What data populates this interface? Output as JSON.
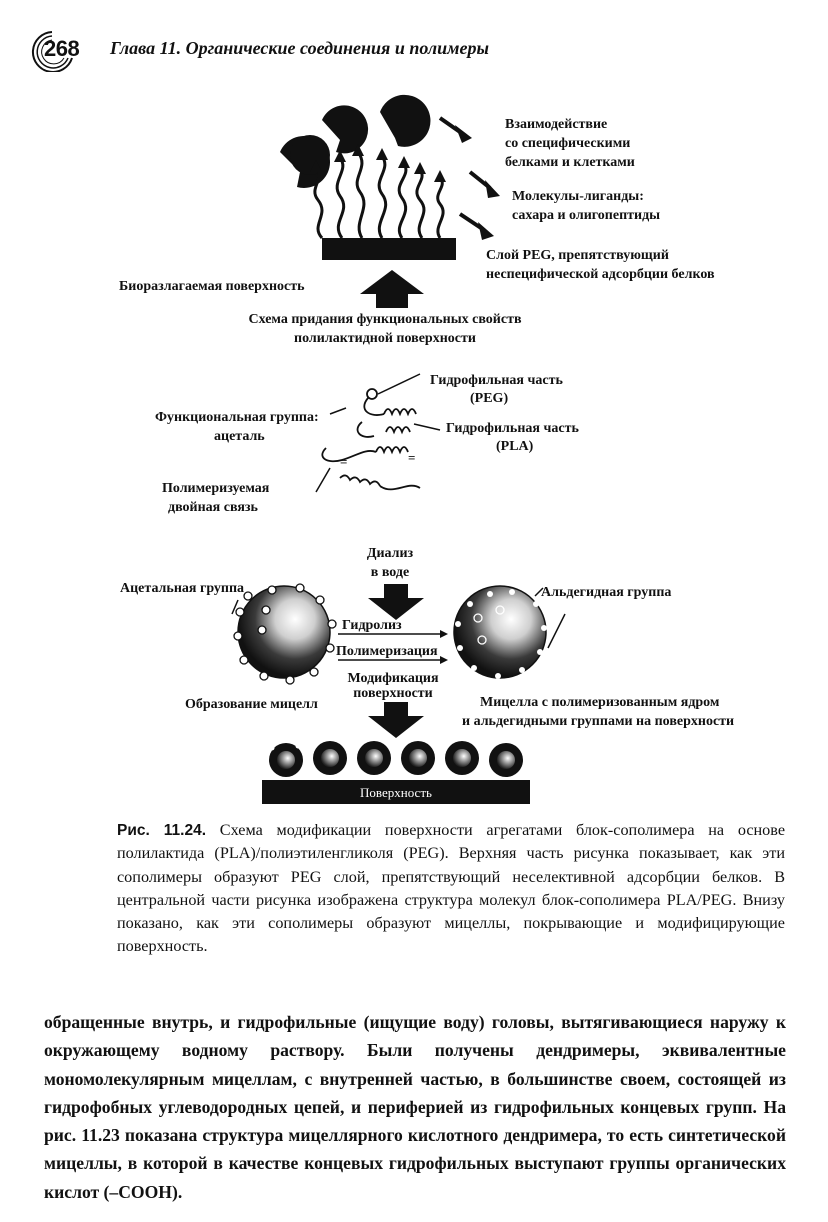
{
  "header": {
    "page_number": "268",
    "running_title": "Глава 11. Органические соединения и полимеры"
  },
  "figure": {
    "top_labels": {
      "interaction": [
        "Взаимодействие",
        "со специфическими",
        "белками и клетками"
      ],
      "ligands": [
        "Молекулы-лиганды:",
        "сахара и олигопептиды"
      ],
      "peg_layer": [
        "Слой PEG, препятствующий",
        "неспецифической адсорбции белков"
      ],
      "biodegradable": "Биоразлагаемая поверхность",
      "scheme": [
        "Схема придания функциональных свойств",
        "полилактидной поверхности"
      ]
    },
    "middle_labels": {
      "hydrophilic_peg": [
        "Гидрофильная часть",
        "(PEG)"
      ],
      "hydrophilic_pla": [
        "Гидрофильная часть",
        "(PLA)"
      ],
      "functional_group": [
        "Функциональная группа:",
        "ацеталь"
      ],
      "polymerizable": [
        "Полимеризуемая",
        "двойная связь"
      ]
    },
    "bottom_labels": {
      "dialysis": [
        "Диализ",
        "в воде"
      ],
      "acetal_group": "Ацетальная группа",
      "aldehyde_group": "Альдегидная группа",
      "hydrolysis": "Гидролиз",
      "polymerization": "Полимеризация",
      "modification": [
        "Модификация",
        "поверхности"
      ],
      "micelle_formation": "Образование мицелл",
      "micelle_desc": [
        "Мицелла с полимеризованным ядром",
        "и альдегидными группами на поверхности"
      ],
      "surface": "Поверхность"
    }
  },
  "caption": {
    "label": "Рис. 11.24.",
    "text": "Схема модификации поверхности агрегатами блок-сополимера на основе полилактида (PLA)/полиэтиленгликоля (PEG). Верхняя часть рисунка показывает, как эти сополимеры образуют PEG слой, препятствующий неселективной адсорбции белков. В центральной части рисунка изображена структура молекул блок-сополимера PLA/PEG. Внизу показано, как эти сополимеры образуют мицеллы, покрывающие и модифицирующие поверхность."
  },
  "body_text": "обращенные внутрь, и гидрофильные (ищущие воду) головы, вытягивающиеся наружу к окружающему водному раствору. Были получены дендримеры, эквивалентные мономолекулярным мицеллам, с внутренней частью, в большинстве своем, состоящей из гидрофобных углеводородных цепей, и периферией из гидрофильных концевых групп. На рис. 11.23 показана структура мицеллярного кислотного дендримера, то есть синтетической мицеллы, в которой в качестве концевых гидрофильных выступают группы органических кислот (–COOH)."
}
